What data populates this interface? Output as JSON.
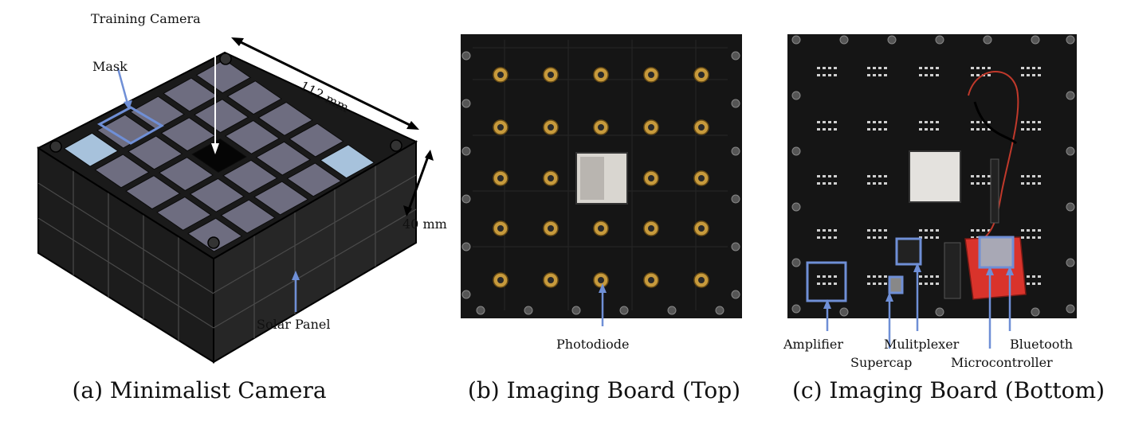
{
  "panel_a": {
    "caption": "(a) Minimalist Camera",
    "labels": {
      "training_camera": "Training Camera",
      "mask": "Mask",
      "width": "112 mm",
      "height": "40 mm",
      "solar_panel": "Solar Panel"
    }
  },
  "panel_b": {
    "caption": "(b) Imaging Board (Top)",
    "labels": {
      "photodiode": "Photodiode"
    }
  },
  "panel_c": {
    "caption": "(c) Imaging Board (Bottom)",
    "labels": {
      "amplifier": "Amplifier",
      "supercap": "Supercap",
      "multiplexer": "Mulitplexer",
      "microcontroller": "Microcontroller",
      "bluetooth": "Bluetooth"
    }
  },
  "colors": {
    "accent": "#6f8fd6",
    "board": "#151515",
    "frame": "#1a1a1a",
    "tile": "#6e6d80",
    "light_tile": "#a7c2dc",
    "gold": "#c79a3c",
    "red_board": "#d9332b"
  }
}
